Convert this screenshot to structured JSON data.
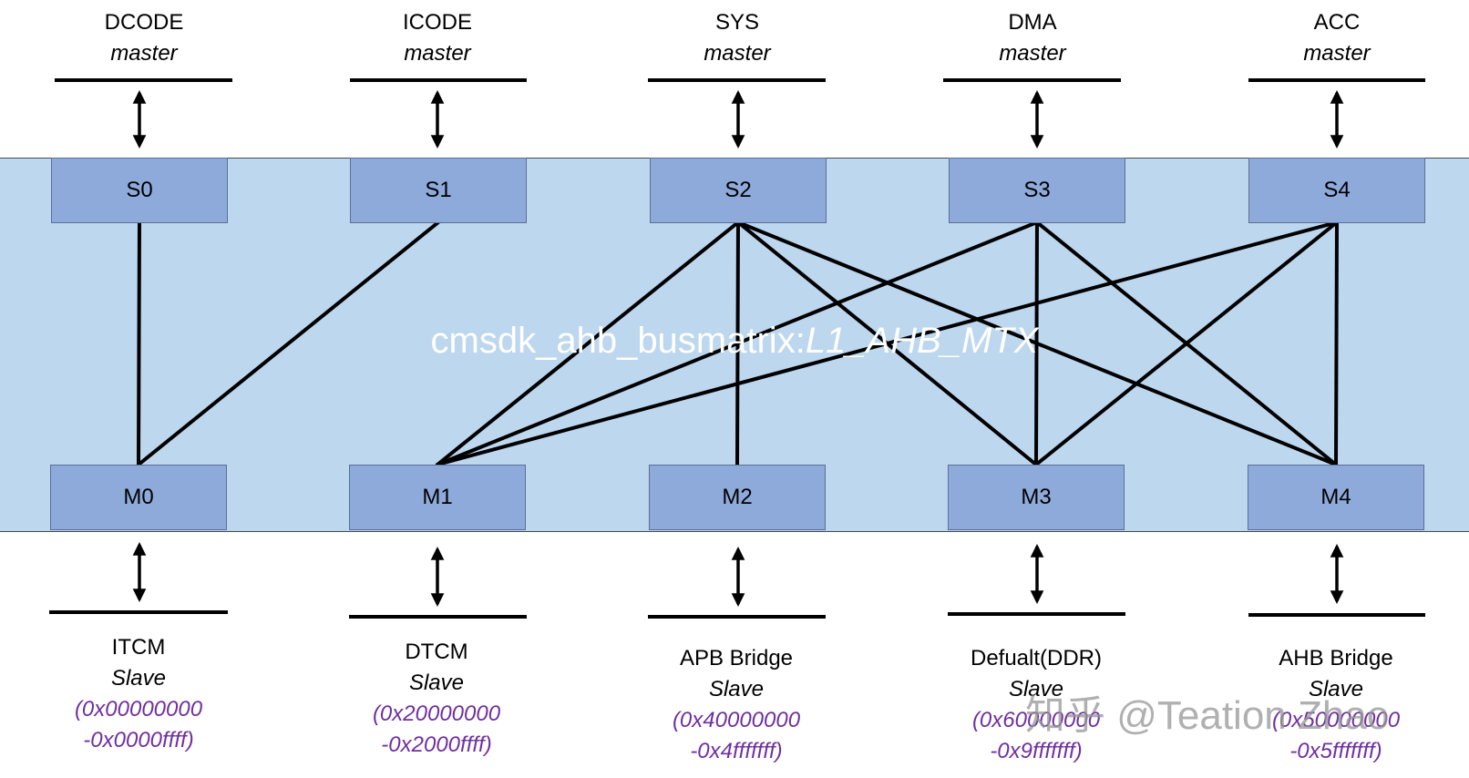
{
  "matrix": {
    "title_plain": "cmsdk_ahb_busmatrix:",
    "title_italic": "L1_AHB_MTX"
  },
  "masters": [
    {
      "name": "DCODE",
      "role": "master",
      "port": "S0"
    },
    {
      "name": "ICODE",
      "role": "master",
      "port": "S1"
    },
    {
      "name": "SYS",
      "role": "master",
      "port": "S2"
    },
    {
      "name": "DMA",
      "role": "master",
      "port": "S3"
    },
    {
      "name": "ACC",
      "role": "master",
      "port": "S4"
    }
  ],
  "slaves": [
    {
      "port": "M0",
      "name": "ITCM",
      "role": "Slave",
      "addr_start": "(0x00000000",
      "addr_end": "-0x0000ffff)"
    },
    {
      "port": "M1",
      "name": "DTCM",
      "role": "Slave",
      "addr_start": "(0x20000000",
      "addr_end": "-0x2000ffff)"
    },
    {
      "port": "M2",
      "name": "APB Bridge",
      "role": "Slave",
      "addr_start": "(0x40000000",
      "addr_end": "-0x4fffffff)"
    },
    {
      "port": "M3",
      "name": "Defualt(DDR)",
      "role": "Slave",
      "addr_start": "(0x60000000",
      "addr_end": "-0x9fffffff)"
    },
    {
      "port": "M4",
      "name": "AHB Bridge",
      "role": "Slave",
      "addr_start": "(0x50000000",
      "addr_end": "-0x5fffffff)"
    }
  ],
  "connections": [
    [
      "S0",
      "M0"
    ],
    [
      "S1",
      "M0"
    ],
    [
      "S2",
      "M1"
    ],
    [
      "S2",
      "M2"
    ],
    [
      "S2",
      "M3"
    ],
    [
      "S2",
      "M4"
    ],
    [
      "S3",
      "M1"
    ],
    [
      "S3",
      "M3"
    ],
    [
      "S3",
      "M4"
    ],
    [
      "S4",
      "M1"
    ],
    [
      "S4",
      "M3"
    ],
    [
      "S4",
      "M4"
    ]
  ],
  "watermark": "知乎 @Teation Zhao",
  "colors": {
    "matrix_bg": "#bdd7ee",
    "port_fill": "#8eaadb",
    "address_text": "#7030a0"
  }
}
